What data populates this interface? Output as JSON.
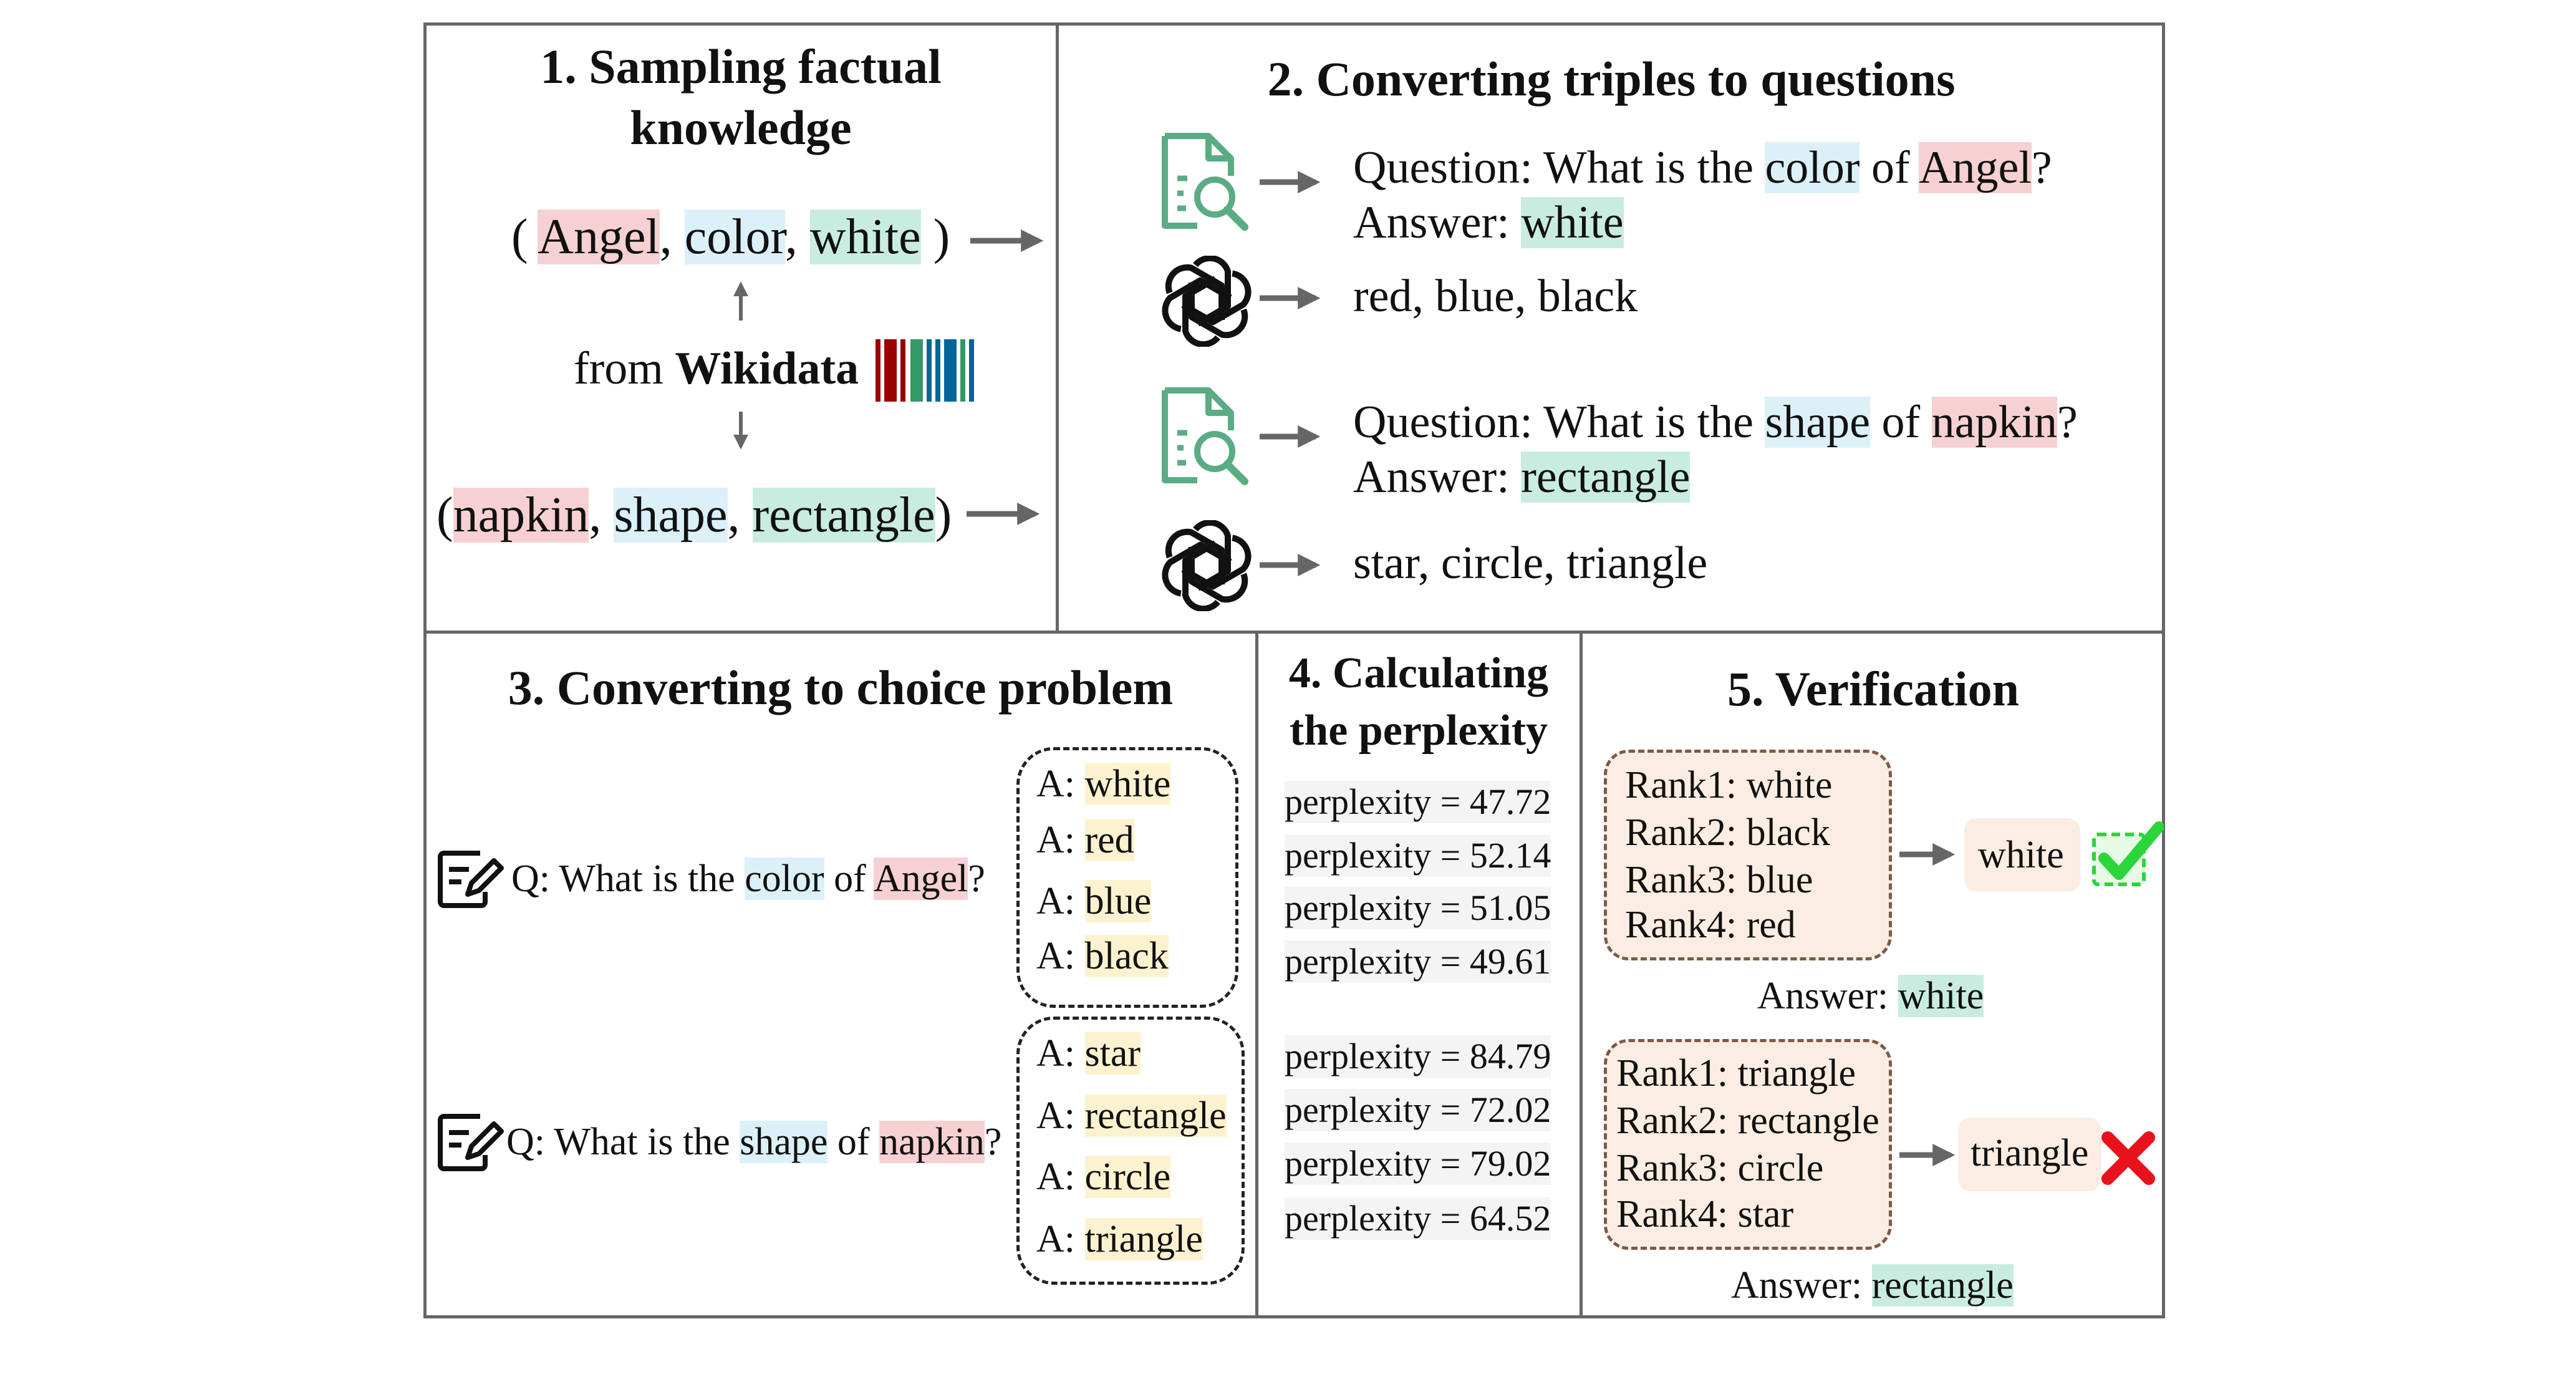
{
  "panel1": {
    "title_line1": "1. Sampling factual",
    "title_line2": "knowledge",
    "triple1": {
      "open": "(",
      "subject": "Angel",
      "sep1": ",",
      "relation": "color",
      "sep2": ",",
      "object": "white",
      "close": ")"
    },
    "source_prefix": "from",
    "source_name": "Wikidata",
    "triple2": {
      "open": "(",
      "subject": "napkin",
      "sep1": ",",
      "relation": "shape",
      "sep2": ",",
      "object": "rectangle",
      "close": ")"
    }
  },
  "panel2": {
    "title": "2. Converting triples to questions",
    "group1": {
      "question_prefix": "Question: What is the",
      "relation": "color",
      "of": "of",
      "subject": "Angel",
      "qmark": "?",
      "answer_label": "Answer:",
      "answer": "white",
      "distractors": "red, blue, black"
    },
    "group2": {
      "question_prefix": "Question: What is the",
      "relation": "shape",
      "of": "of",
      "subject": "napkin",
      "qmark": "?",
      "answer_label": "Answer:",
      "answer": "rectangle",
      "distractors": "star, circle, triangle"
    },
    "icons": [
      "document-search-icon",
      "openai-logo-icon"
    ]
  },
  "panel3": {
    "title": "3. Converting to choice problem",
    "q1": {
      "prefix": "Q: What is the",
      "relation": "color",
      "of": "of",
      "subject": "Angel",
      "qmark": "?",
      "options": [
        "white",
        "red",
        "blue",
        "black"
      ]
    },
    "q2": {
      "prefix": "Q: What is the",
      "relation": "shape",
      "of": "of",
      "subject": "napkin",
      "qmark": "?",
      "options": [
        "star",
        "rectangle",
        "circle",
        "triangle"
      ]
    },
    "option_label": "A:",
    "icon": "edit-note-icon"
  },
  "panel4": {
    "title_line1": "4. Calculating",
    "title_line2": "the perplexity",
    "group1": [
      "perplexity = 47.72",
      "perplexity = 52.14",
      "perplexity = 51.05",
      "perplexity = 49.61"
    ],
    "group2": [
      "perplexity = 84.79",
      "perplexity = 72.02",
      "perplexity = 79.02",
      "perplexity = 64.52"
    ]
  },
  "panel5": {
    "title": "5. Verification",
    "group1": {
      "ranks": [
        "Rank1: white",
        "Rank2: black",
        "Rank3: blue",
        "Rank4: red"
      ],
      "prediction": "white",
      "answer_label": "Answer:",
      "answer": "white",
      "result_icon": "check-icon"
    },
    "group2": {
      "ranks": [
        "Rank1: triangle",
        "Rank2: rectangle",
        "Rank3: circle",
        "Rank4: star"
      ],
      "prediction": "triangle",
      "answer_label": "Answer:",
      "answer": "rectangle",
      "result_icon": "cross-icon"
    }
  },
  "colors": {
    "subject": "#f6d0d2",
    "relation": "#dcf0f8",
    "object": "#c9ece0",
    "option": "#fdf2d0",
    "rank_box": "#fbede2",
    "doc_icon": "#5aac84",
    "check": "#2ad63a",
    "cross": "#e8121c",
    "arrow": "#666666",
    "border": "#666666"
  }
}
